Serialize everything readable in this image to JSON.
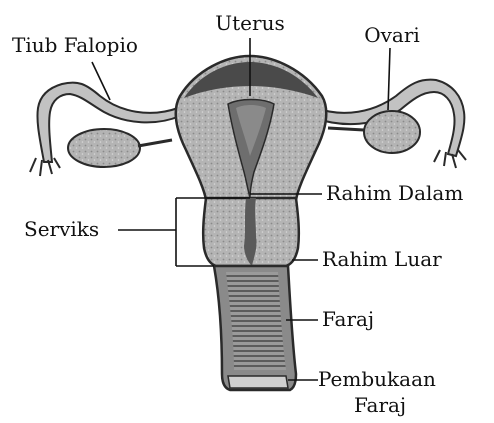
{
  "labels": {
    "uterus": "Uterus",
    "tiub_falopio": "Tiub Falopio",
    "ovari": "Ovari",
    "rahim_dalam": "Rahim Dalam",
    "serviks": "Serviks",
    "rahim_luar": "Rahim Luar",
    "faraj": "Faraj",
    "pembukaan_line1": "Pembukaan",
    "pembukaan_line2": "Faraj"
  },
  "colors": {
    "outline": "#2a2a2a",
    "tissue": "#a9a9a9",
    "tissue_light": "#cfcfcf",
    "cavity": "#6e6e6e",
    "dark": "#3c3c3c",
    "background": "#ffffff"
  }
}
